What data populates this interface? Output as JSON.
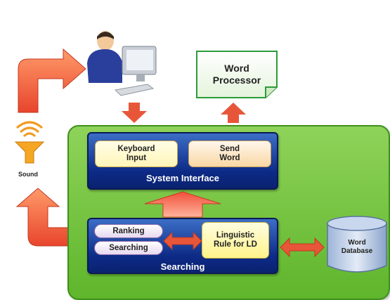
{
  "nodes": {
    "word_processor": "Word\nProcessor",
    "keyboard_input": "Keyboard\nInput",
    "send_word": "Send\nWord",
    "system_interface": "System Interface",
    "ranking": "Ranking",
    "searching_item": "Searching",
    "linguistic_rule": "Linguistic\nRule for LD",
    "searching_title": "Searching",
    "word_database": "Word\nDatabase",
    "sound": "Sound"
  },
  "icons": {
    "user": "user-at-computer-icon",
    "speaker": "speaker-sound-icon",
    "database": "database-cylinder-icon",
    "document": "document-icon"
  },
  "colors": {
    "panel_green": "#6cc23a",
    "box_blue": "#0c2a86",
    "arrow_red": "#e8563a",
    "doc_green": "#2e9a3a"
  }
}
